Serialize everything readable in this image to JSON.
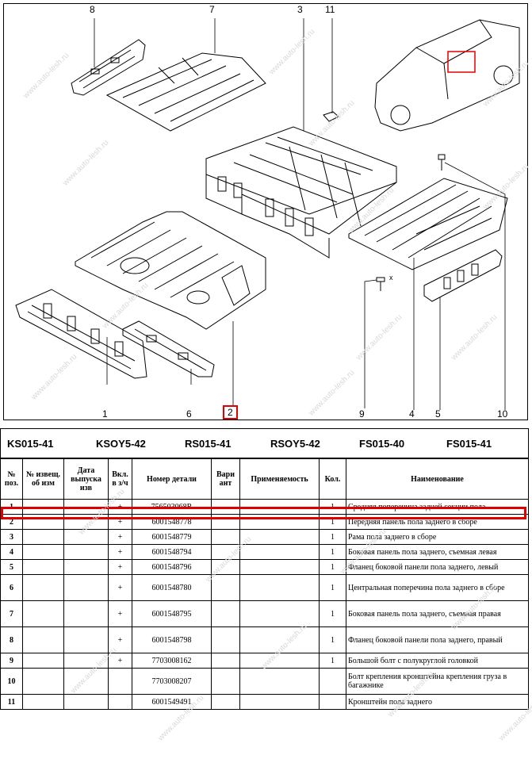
{
  "diagram": {
    "callouts": [
      {
        "id": "c8",
        "label": "8"
      },
      {
        "id": "c7",
        "label": "7"
      },
      {
        "id": "c3",
        "label": "3"
      },
      {
        "id": "c11",
        "label": "11"
      },
      {
        "id": "c1",
        "label": "1"
      },
      {
        "id": "c6",
        "label": "6"
      },
      {
        "id": "c2",
        "label": "2",
        "highlighted": true
      },
      {
        "id": "c9",
        "label": "9"
      },
      {
        "id": "c4",
        "label": "4"
      },
      {
        "id": "c5",
        "label": "5"
      },
      {
        "id": "c10",
        "label": "10"
      },
      {
        "id": "cx",
        "label": "x"
      }
    ],
    "highlight_color": "#e00000"
  },
  "codes": [
    "KS015-41",
    "KSOY5-42",
    "RS015-41",
    "RSOY5-42",
    "FS015-40",
    "FS015-41"
  ],
  "table": {
    "headers": {
      "pos": "№ поз.",
      "notice": "№ извещ. об изм",
      "date": "Дата выпуска изв",
      "incl": "Вкл. в з/ч",
      "part": "Номер детали",
      "variant": "Вари ант",
      "apply": "Применяемость",
      "qty": "Кол.",
      "name": "Наименование"
    },
    "rows": [
      {
        "pos": "1",
        "incl": "+",
        "part": "756503068R",
        "qty": "1",
        "name": "Средняя поперечина задней секции пола"
      },
      {
        "pos": "2",
        "incl": "+",
        "part": "6001548778",
        "qty": "1",
        "name": "Передняя панель пола заднего в сборе",
        "highlighted": true
      },
      {
        "pos": "3",
        "incl": "+",
        "part": "6001548779",
        "qty": "1",
        "name": "Рама пола заднего в сборе"
      },
      {
        "pos": "4",
        "incl": "+",
        "part": "6001548794",
        "qty": "1",
        "name": "Боковая панель пола заднего, съемная левая"
      },
      {
        "pos": "5",
        "incl": "+",
        "part": "6001548796",
        "qty": "1",
        "name": "Фланец боковой панели пола заднего, левый"
      },
      {
        "pos": "6",
        "incl": "+",
        "part": "6001548780",
        "qty": "1",
        "name": "Центральная поперечина пола заднего в сборе"
      },
      {
        "pos": "7",
        "incl": "+",
        "part": "6001548795",
        "qty": "1",
        "name": "Боковая панель пола заднего, съемная правая"
      },
      {
        "pos": "8",
        "incl": "+",
        "part": "6001548798",
        "qty": "1",
        "name": "Фланец боковой панели пола заднего, правый"
      },
      {
        "pos": "9",
        "incl": "+",
        "part": "7703008162",
        "qty": "1",
        "name": "Большой болт с полукруглой головкой"
      },
      {
        "pos": "10",
        "incl": "",
        "part": "7703008207",
        "qty": "",
        "name": "Болт крепления кронштейна крепления груза в багажнике"
      },
      {
        "pos": "11",
        "incl": "",
        "part": "6001549491",
        "qty": "",
        "name": "Кронштейн пола заднего"
      }
    ]
  },
  "watermark": "www.auto-lesh.ru"
}
